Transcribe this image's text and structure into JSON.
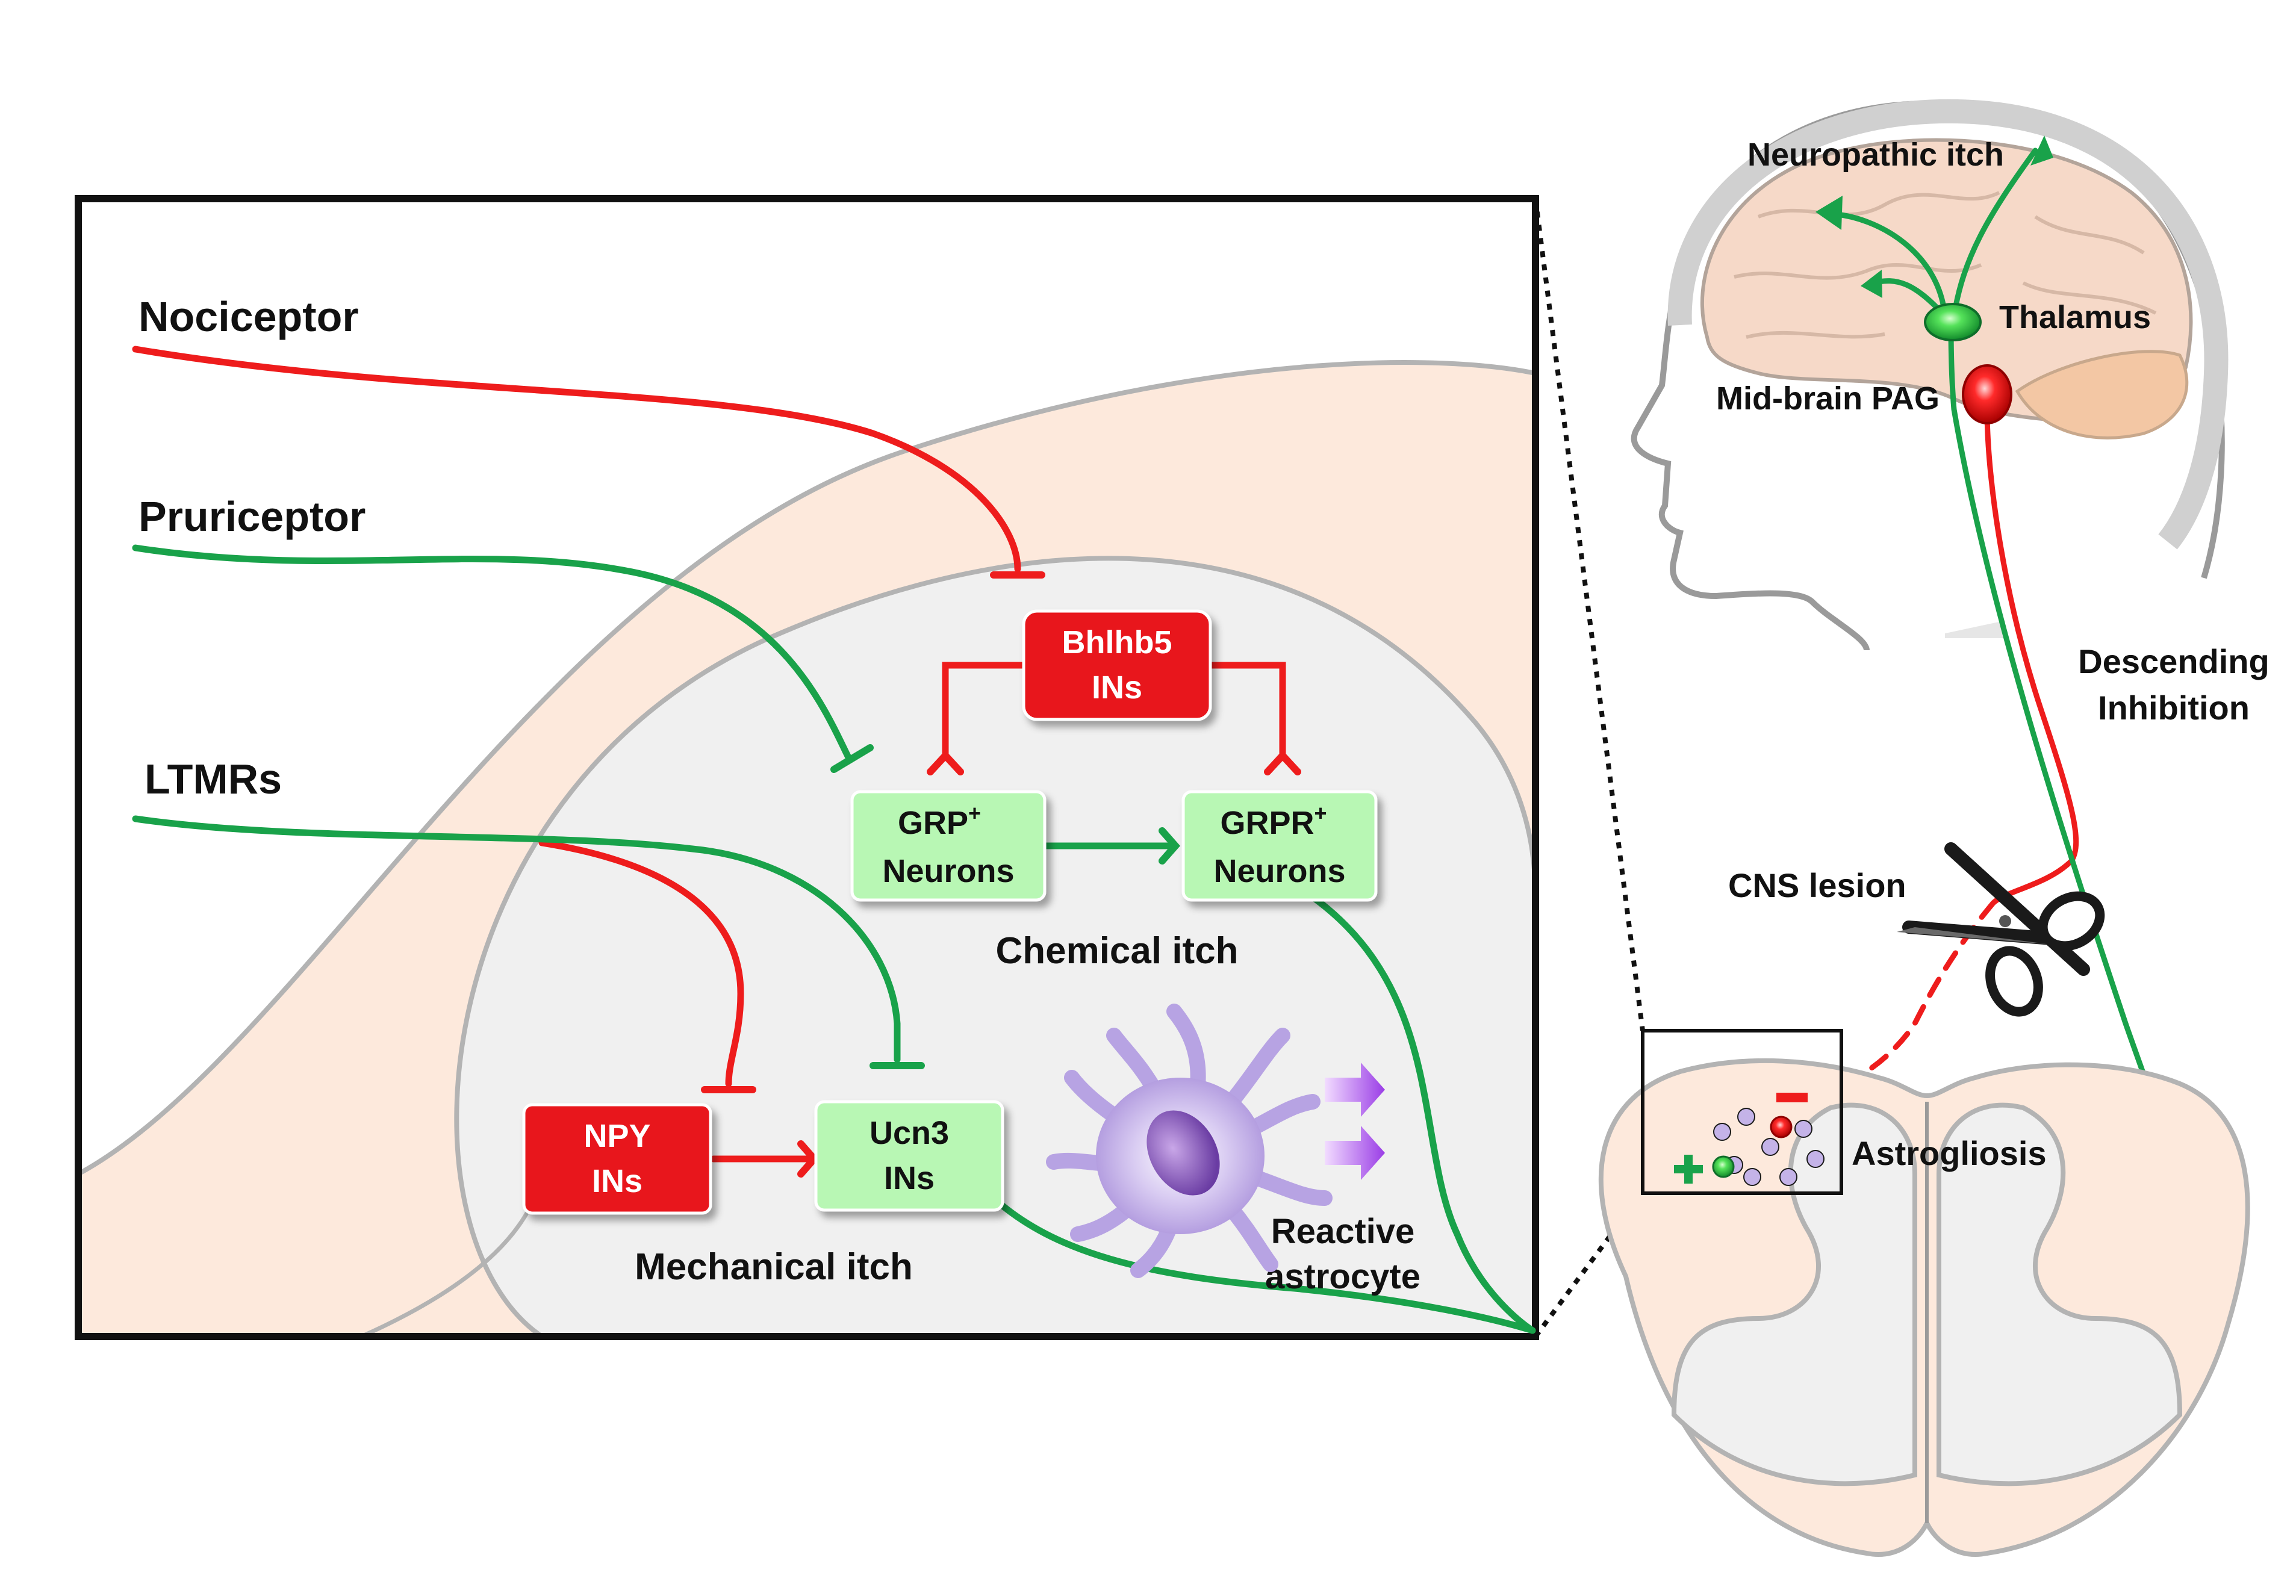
{
  "inputs": {
    "nociceptor": "Nociceptor",
    "pruriceptor": "Pruriceptor",
    "ltmrs": "LTMRs"
  },
  "neurons": {
    "bhlhb5_line1": "Bhlhb5",
    "bhlhb5_line2": "INs",
    "grp_line1": "GRP",
    "grp_sup": "+",
    "grp_line2": "Neurons",
    "grpr_line1": "GRPR",
    "grpr_sup": "+",
    "grpr_line2": "Neurons",
    "npy_line1": "NPY",
    "npy_line2": "INs",
    "ucn3_line1": "Ucn3",
    "ucn3_line2": "INs"
  },
  "labels": {
    "chemical_itch": "Chemical itch",
    "mechanical_itch": "Mechanical itch",
    "reactive_line1": "Reactive",
    "reactive_line2": "astrocyte",
    "neuropathic_itch": "Neuropathic itch",
    "thalamus": "Thalamus",
    "pag": "Mid-brain PAG",
    "descending_line1": "Descending",
    "descending_line2": "Inhibition",
    "cns_lesion": "CNS lesion",
    "astrogliosis": "Astrogliosis"
  },
  "colors": {
    "excitatory": "#19a24a",
    "inhibitory": "#ee1c1c",
    "inhibitory_box": "#e8121a",
    "excitatory_box": "#b8f7b4",
    "dorsal_horn_fill": "#fde9dc",
    "grey_matter": "#f0f0f0",
    "outline_grey": "#b3b3b3",
    "brain_fill": "#f6d9c8",
    "cerebellum_fill": "#f3c7a4",
    "astrocyte": "#c4b3e8"
  }
}
